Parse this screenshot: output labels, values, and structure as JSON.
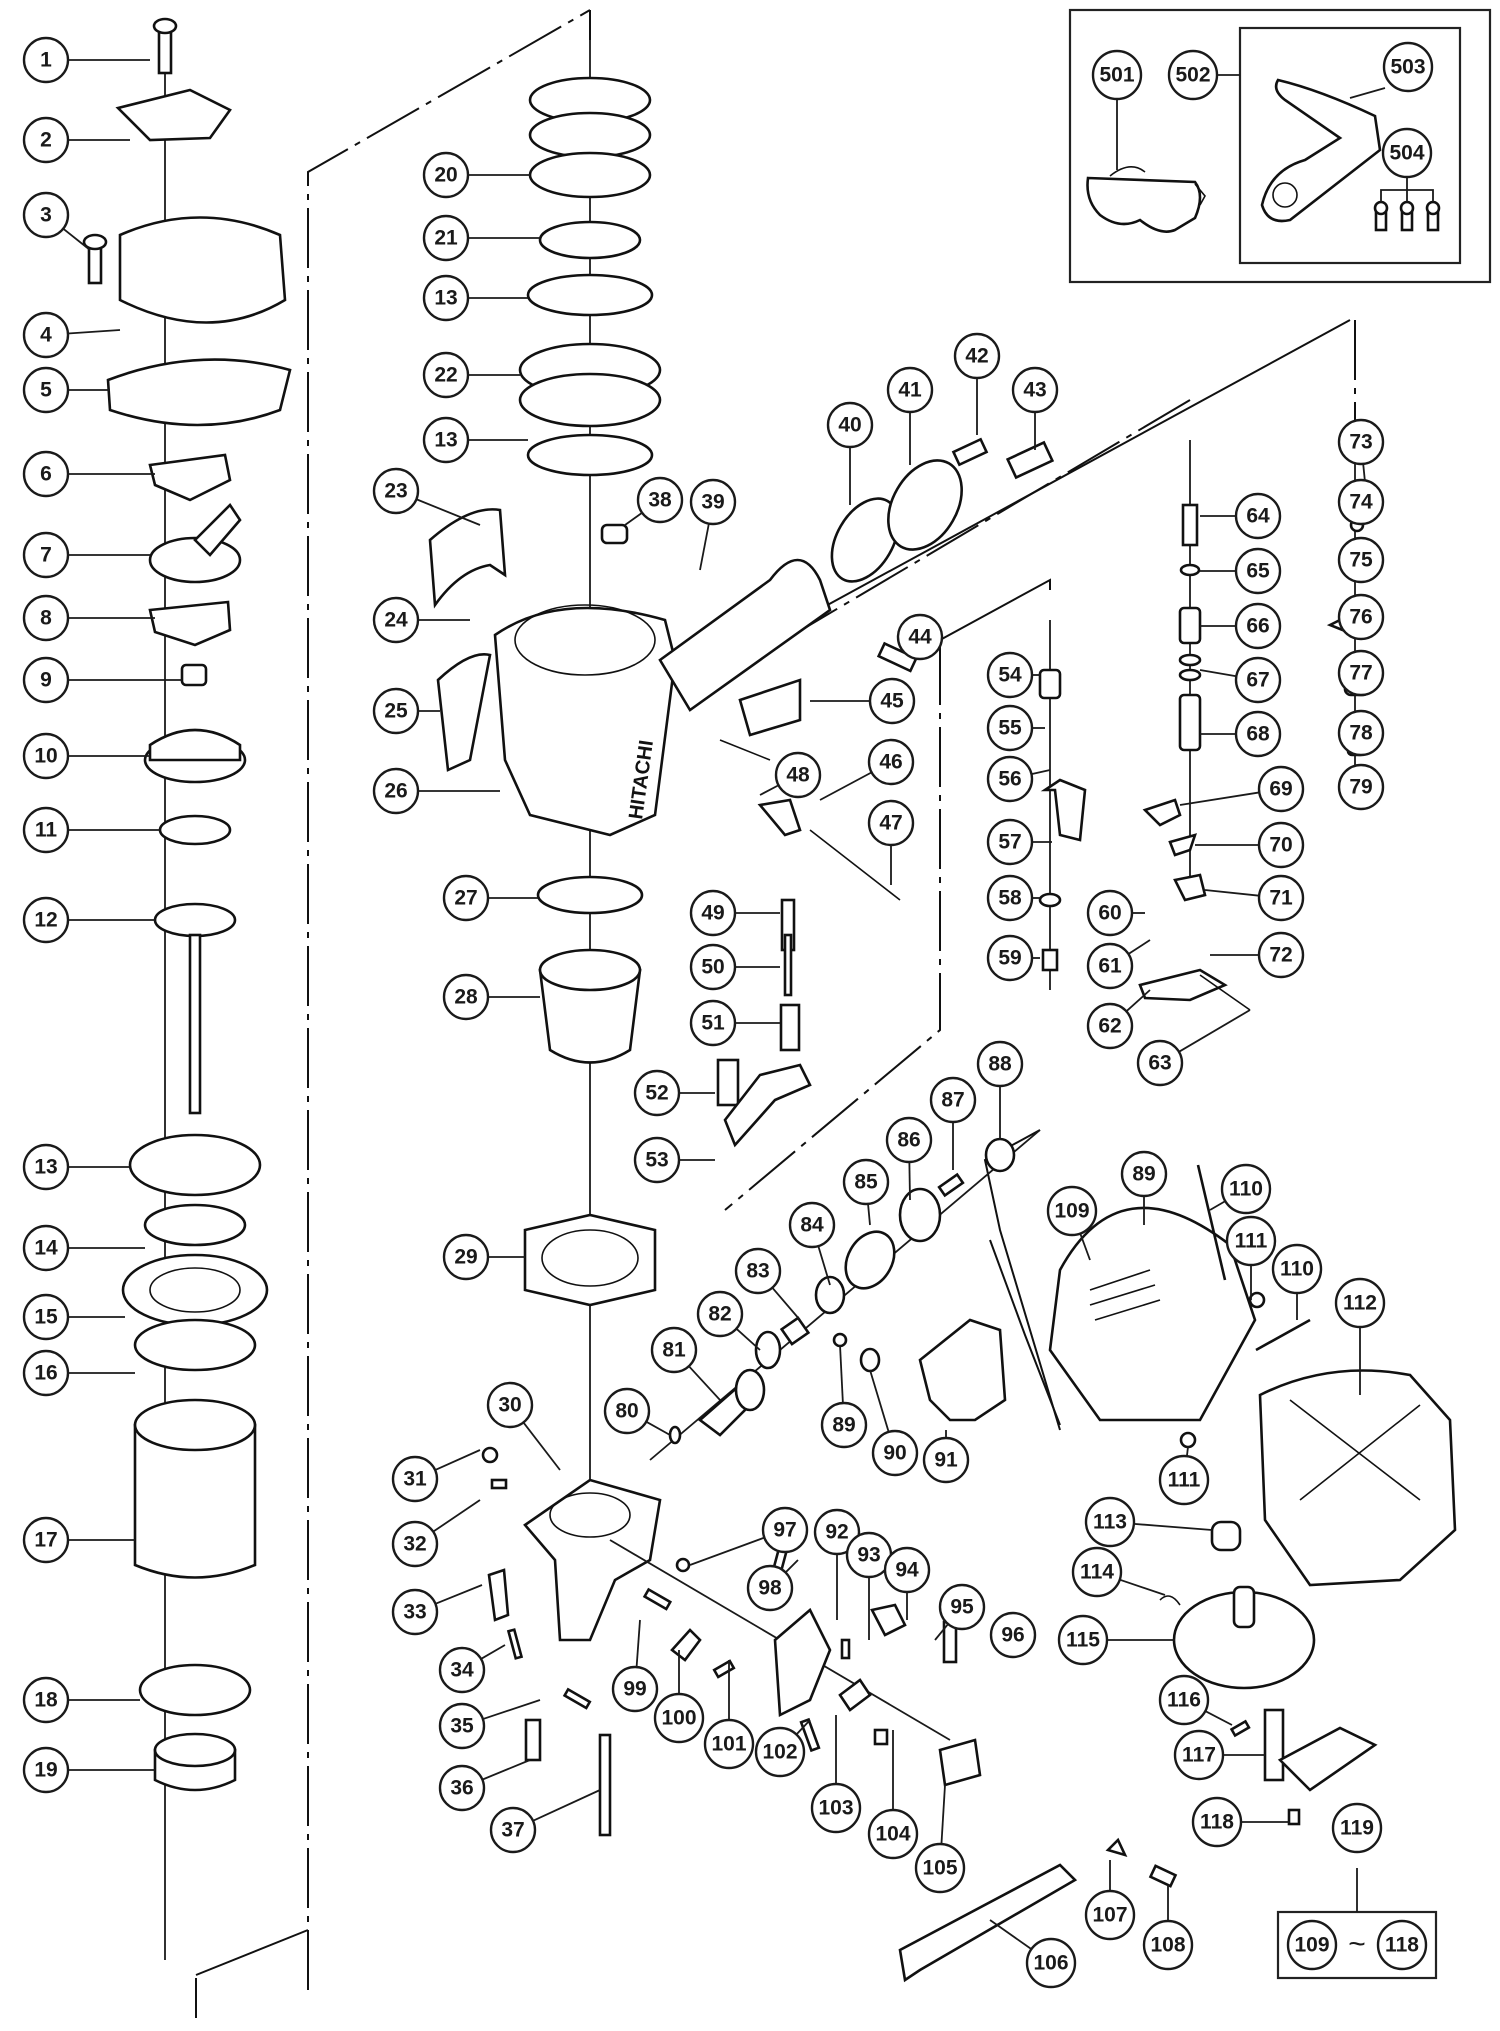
{
  "diagram": {
    "brand_mark": "HITACHI",
    "tilde": "~",
    "callouts": [
      {
        "id": "1",
        "label": "1"
      },
      {
        "id": "2",
        "label": "2"
      },
      {
        "id": "3",
        "label": "3"
      },
      {
        "id": "4",
        "label": "4"
      },
      {
        "id": "5",
        "label": "5"
      },
      {
        "id": "6",
        "label": "6"
      },
      {
        "id": "7",
        "label": "7"
      },
      {
        "id": "8",
        "label": "8"
      },
      {
        "id": "9",
        "label": "9"
      },
      {
        "id": "10",
        "label": "10"
      },
      {
        "id": "11",
        "label": "11"
      },
      {
        "id": "12",
        "label": "12"
      },
      {
        "id": "13a",
        "label": "13"
      },
      {
        "id": "14",
        "label": "14"
      },
      {
        "id": "15",
        "label": "15"
      },
      {
        "id": "16",
        "label": "16"
      },
      {
        "id": "17",
        "label": "17"
      },
      {
        "id": "18",
        "label": "18"
      },
      {
        "id": "19",
        "label": "19"
      },
      {
        "id": "20",
        "label": "20"
      },
      {
        "id": "21",
        "label": "21"
      },
      {
        "id": "13b",
        "label": "13"
      },
      {
        "id": "22",
        "label": "22"
      },
      {
        "id": "13c",
        "label": "13"
      },
      {
        "id": "23",
        "label": "23"
      },
      {
        "id": "24",
        "label": "24"
      },
      {
        "id": "25",
        "label": "25"
      },
      {
        "id": "26",
        "label": "26"
      },
      {
        "id": "27",
        "label": "27"
      },
      {
        "id": "28",
        "label": "28"
      },
      {
        "id": "29",
        "label": "29"
      },
      {
        "id": "30",
        "label": "30"
      },
      {
        "id": "31",
        "label": "31"
      },
      {
        "id": "32",
        "label": "32"
      },
      {
        "id": "33",
        "label": "33"
      },
      {
        "id": "34",
        "label": "34"
      },
      {
        "id": "35",
        "label": "35"
      },
      {
        "id": "36",
        "label": "36"
      },
      {
        "id": "37",
        "label": "37"
      },
      {
        "id": "38",
        "label": "38"
      },
      {
        "id": "39",
        "label": "39"
      },
      {
        "id": "40",
        "label": "40"
      },
      {
        "id": "41",
        "label": "41"
      },
      {
        "id": "42",
        "label": "42"
      },
      {
        "id": "43",
        "label": "43"
      },
      {
        "id": "44",
        "label": "44"
      },
      {
        "id": "45",
        "label": "45"
      },
      {
        "id": "46",
        "label": "46"
      },
      {
        "id": "47",
        "label": "47"
      },
      {
        "id": "48",
        "label": "48"
      },
      {
        "id": "49",
        "label": "49"
      },
      {
        "id": "50",
        "label": "50"
      },
      {
        "id": "51",
        "label": "51"
      },
      {
        "id": "52",
        "label": "52"
      },
      {
        "id": "53",
        "label": "53"
      },
      {
        "id": "54",
        "label": "54"
      },
      {
        "id": "55",
        "label": "55"
      },
      {
        "id": "56",
        "label": "56"
      },
      {
        "id": "57",
        "label": "57"
      },
      {
        "id": "58",
        "label": "58"
      },
      {
        "id": "59",
        "label": "59"
      },
      {
        "id": "60",
        "label": "60"
      },
      {
        "id": "61",
        "label": "61"
      },
      {
        "id": "62",
        "label": "62"
      },
      {
        "id": "63",
        "label": "63"
      },
      {
        "id": "64",
        "label": "64"
      },
      {
        "id": "65",
        "label": "65"
      },
      {
        "id": "66",
        "label": "66"
      },
      {
        "id": "67",
        "label": "67"
      },
      {
        "id": "68",
        "label": "68"
      },
      {
        "id": "69",
        "label": "69"
      },
      {
        "id": "70",
        "label": "70"
      },
      {
        "id": "71",
        "label": "71"
      },
      {
        "id": "72",
        "label": "72"
      },
      {
        "id": "73",
        "label": "73"
      },
      {
        "id": "74",
        "label": "74"
      },
      {
        "id": "75",
        "label": "75"
      },
      {
        "id": "76",
        "label": "76"
      },
      {
        "id": "77",
        "label": "77"
      },
      {
        "id": "78",
        "label": "78"
      },
      {
        "id": "79",
        "label": "79"
      },
      {
        "id": "80",
        "label": "80"
      },
      {
        "id": "81",
        "label": "81"
      },
      {
        "id": "82",
        "label": "82"
      },
      {
        "id": "83",
        "label": "83"
      },
      {
        "id": "84",
        "label": "84"
      },
      {
        "id": "85",
        "label": "85"
      },
      {
        "id": "86",
        "label": "86"
      },
      {
        "id": "87",
        "label": "87"
      },
      {
        "id": "88",
        "label": "88"
      },
      {
        "id": "89a",
        "label": "89"
      },
      {
        "id": "89b",
        "label": "89"
      },
      {
        "id": "90",
        "label": "90"
      },
      {
        "id": "91",
        "label": "91"
      },
      {
        "id": "92",
        "label": "92"
      },
      {
        "id": "93",
        "label": "93"
      },
      {
        "id": "94",
        "label": "94"
      },
      {
        "id": "95",
        "label": "95"
      },
      {
        "id": "96",
        "label": "96"
      },
      {
        "id": "97",
        "label": "97"
      },
      {
        "id": "98",
        "label": "98"
      },
      {
        "id": "99",
        "label": "99"
      },
      {
        "id": "100",
        "label": "100"
      },
      {
        "id": "101",
        "label": "101"
      },
      {
        "id": "102",
        "label": "102"
      },
      {
        "id": "103",
        "label": "103"
      },
      {
        "id": "104",
        "label": "104"
      },
      {
        "id": "105",
        "label": "105"
      },
      {
        "id": "106",
        "label": "106"
      },
      {
        "id": "107",
        "label": "107"
      },
      {
        "id": "108",
        "label": "108"
      },
      {
        "id": "109",
        "label": "109"
      },
      {
        "id": "110a",
        "label": "110"
      },
      {
        "id": "110b",
        "label": "110"
      },
      {
        "id": "111a",
        "label": "111"
      },
      {
        "id": "111b",
        "label": "111"
      },
      {
        "id": "112",
        "label": "112"
      },
      {
        "id": "113",
        "label": "113"
      },
      {
        "id": "114",
        "label": "114"
      },
      {
        "id": "115",
        "label": "115"
      },
      {
        "id": "116",
        "label": "116"
      },
      {
        "id": "117",
        "label": "117"
      },
      {
        "id": "118",
        "label": "118"
      },
      {
        "id": "119",
        "label": "119"
      },
      {
        "id": "119from",
        "label": "109"
      },
      {
        "id": "119to",
        "label": "118"
      },
      {
        "id": "501",
        "label": "501"
      },
      {
        "id": "502",
        "label": "502"
      },
      {
        "id": "503",
        "label": "503"
      },
      {
        "id": "504",
        "label": "504"
      }
    ]
  }
}
